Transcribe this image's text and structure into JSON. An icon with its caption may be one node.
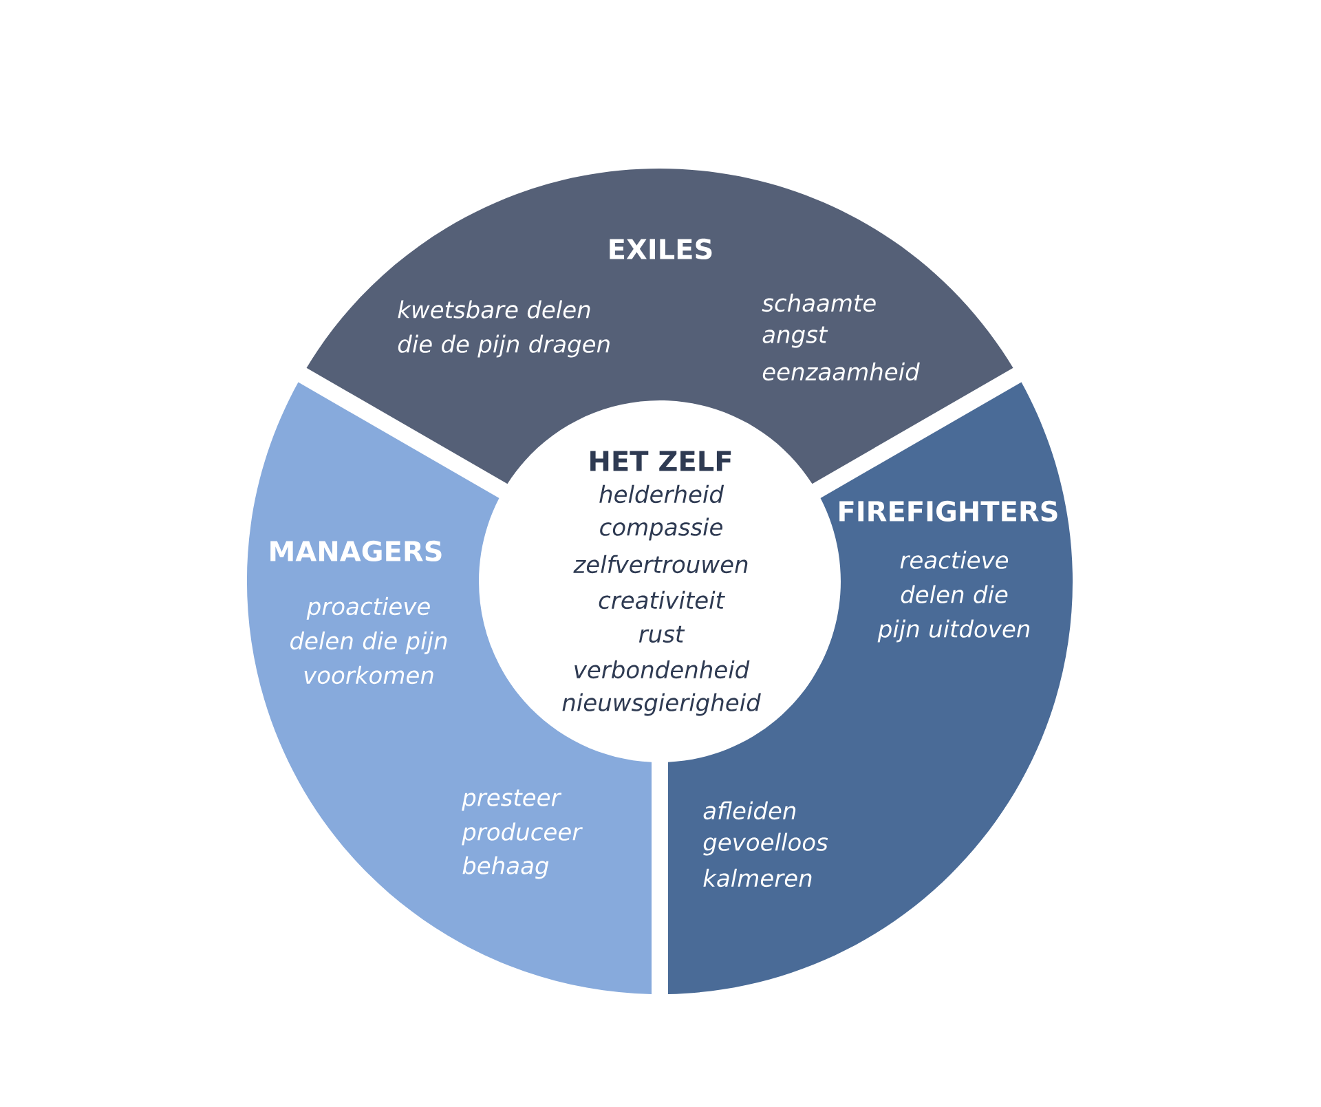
{
  "diagram": {
    "nodes": [
      {
        "text": [
          "EXILES",
          "kwetsbare delen die de pijn dragen",
          "schaamte",
          "angst",
          "eenzaamheid"
        ]
      },
      {
        "text": [
          "HET ZELF",
          "helderheid",
          "compassie",
          "zelfvertrouwen",
          "creativiteit",
          "rust",
          "verbondenheid",
          "nieuwsgierigheid"
        ]
      },
      {
        "text": [
          "FIREFIGHTERS",
          "reactieve delen die pijn uitdoven",
          "afleiden",
          "gevoelloos",
          "kalmeren"
        ]
      },
      {
        "text": [
          "MANAGERS",
          "proactieve delen die pijn voorkomen",
          "presteer",
          "produceer",
          "behaag"
        ]
      }
    ]
  }
}
